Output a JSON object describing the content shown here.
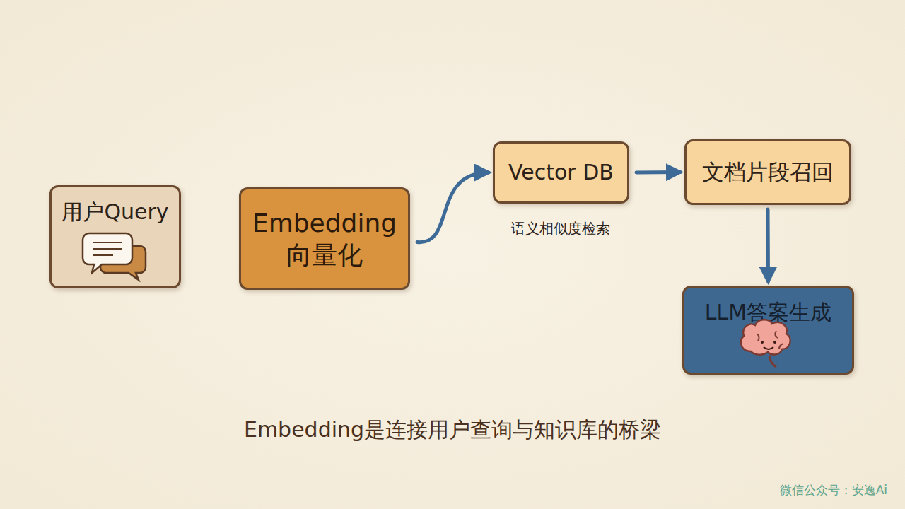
{
  "diagram": {
    "caption": "Embedding是连接用户查询与知识库的桥梁",
    "nodes": [
      {
        "text": [
          "用户Query"
        ]
      },
      {
        "text": [
          "Embedding 向量化"
        ]
      },
      {
        "text": [
          "Vector DB"
        ]
      },
      {
        "text": [
          "文档片段召回"
        ]
      },
      {
        "text": [
          "LLM答案生成"
        ]
      }
    ],
    "edges": [
      {
        "from": 1,
        "to": 2,
        "arrow": "to"
      },
      {
        "from": 2,
        "to": 3,
        "arrow": "to"
      },
      {
        "from": 3,
        "to": 4,
        "arrow": "to"
      }
    ],
    "labels": [
      "语义相似度检索",
      "微信公众号：安逸Ai"
    ]
  }
}
